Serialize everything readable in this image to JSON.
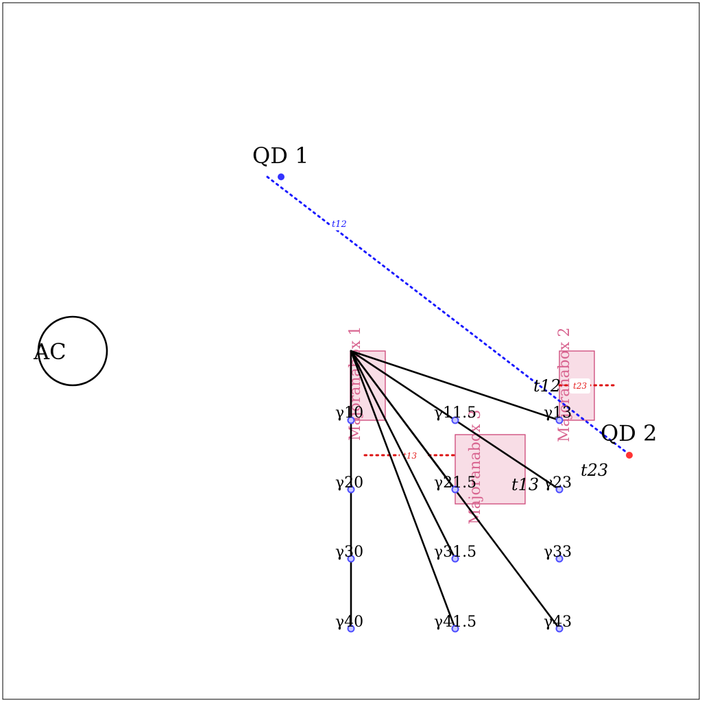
{
  "labels": {
    "qd1": "QD 1",
    "qd2": "QD 2",
    "ac": "AC",
    "t12_small": "t12",
    "t12_big": "t12",
    "t23_small": "t23",
    "t23_big": "t23",
    "t13_small": "t13",
    "t13_big": "t13"
  },
  "majorana_boxes": [
    {
      "label": "Majoranabox 1"
    },
    {
      "label": "Majoranabox 2"
    },
    {
      "label": "Majoranabox 3"
    }
  ],
  "gammas": [
    {
      "id": "g10",
      "label": "γ10"
    },
    {
      "id": "g11_5",
      "label": "γ11.5"
    },
    {
      "id": "g13",
      "label": "γ13"
    },
    {
      "id": "g20",
      "label": "γ20"
    },
    {
      "id": "g21_5",
      "label": "γ21.5"
    },
    {
      "id": "g23",
      "label": "γ23"
    },
    {
      "id": "g30",
      "label": "γ30"
    },
    {
      "id": "g31_5",
      "label": "γ31.5"
    },
    {
      "id": "g33",
      "label": "γ33"
    },
    {
      "id": "g40",
      "label": "γ40"
    },
    {
      "id": "g41_5",
      "label": "γ41.5"
    },
    {
      "id": "g43",
      "label": "γ43"
    }
  ],
  "colors": {
    "qd1_dot": "#3333ff",
    "qd2_dot": "#ff3333",
    "t12_line": "#1a1aff",
    "t13_t23_line": "#dd1111",
    "box_fill": "#f8dde6",
    "box_stroke": "#cc4477",
    "gamma_node": "#6a6aff"
  }
}
